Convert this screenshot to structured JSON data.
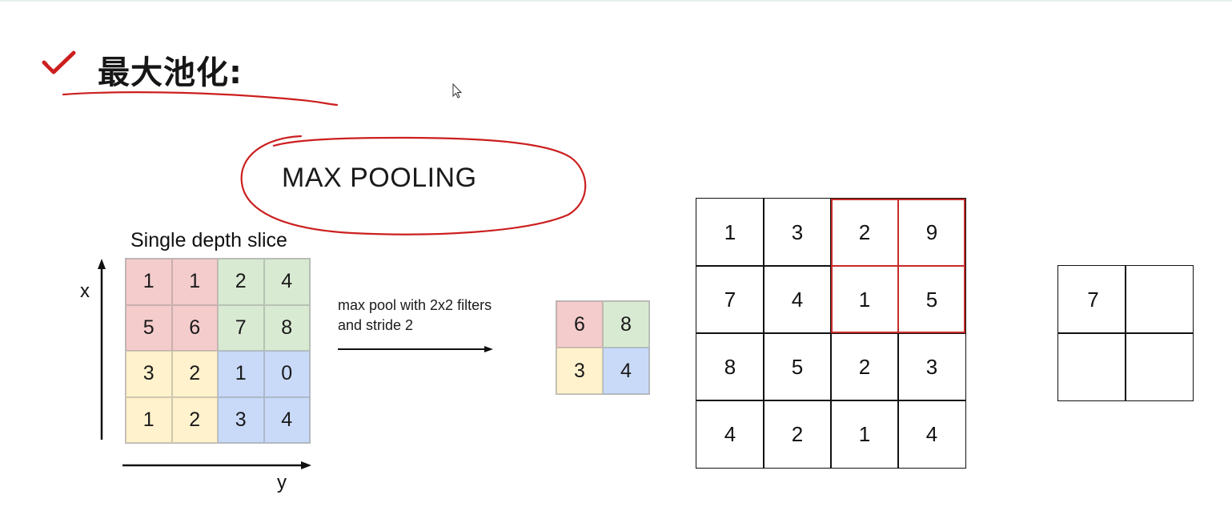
{
  "header": {
    "title": "最大池化:"
  },
  "diagram": {
    "label": "MAX POOLING",
    "slice_title": "Single depth slice",
    "axis_x": "x",
    "axis_y": "y",
    "input": [
      [
        "1",
        "1",
        "2",
        "4"
      ],
      [
        "5",
        "6",
        "7",
        "8"
      ],
      [
        "3",
        "2",
        "1",
        "0"
      ],
      [
        "1",
        "2",
        "3",
        "4"
      ]
    ],
    "operation_line1": "max pool with 2x2 filters",
    "operation_line2": "and stride 2",
    "output": [
      [
        "6",
        "8"
      ],
      [
        "3",
        "4"
      ]
    ],
    "quadrant_colors": {
      "top_left": "#f4cccc",
      "top_right": "#d9ead3",
      "bottom_left": "#fff2cc",
      "bottom_right": "#c9daf8"
    }
  },
  "example": {
    "grid": [
      [
        "1",
        "3",
        "2",
        "9"
      ],
      [
        "7",
        "4",
        "1",
        "5"
      ],
      [
        "8",
        "5",
        "2",
        "3"
      ],
      [
        "4",
        "2",
        "1",
        "4"
      ]
    ],
    "result": [
      [
        "7",
        ""
      ],
      [
        "",
        ""
      ]
    ],
    "highlight_color": "#c82a2a"
  },
  "annotation_color": "#cc1f1f"
}
